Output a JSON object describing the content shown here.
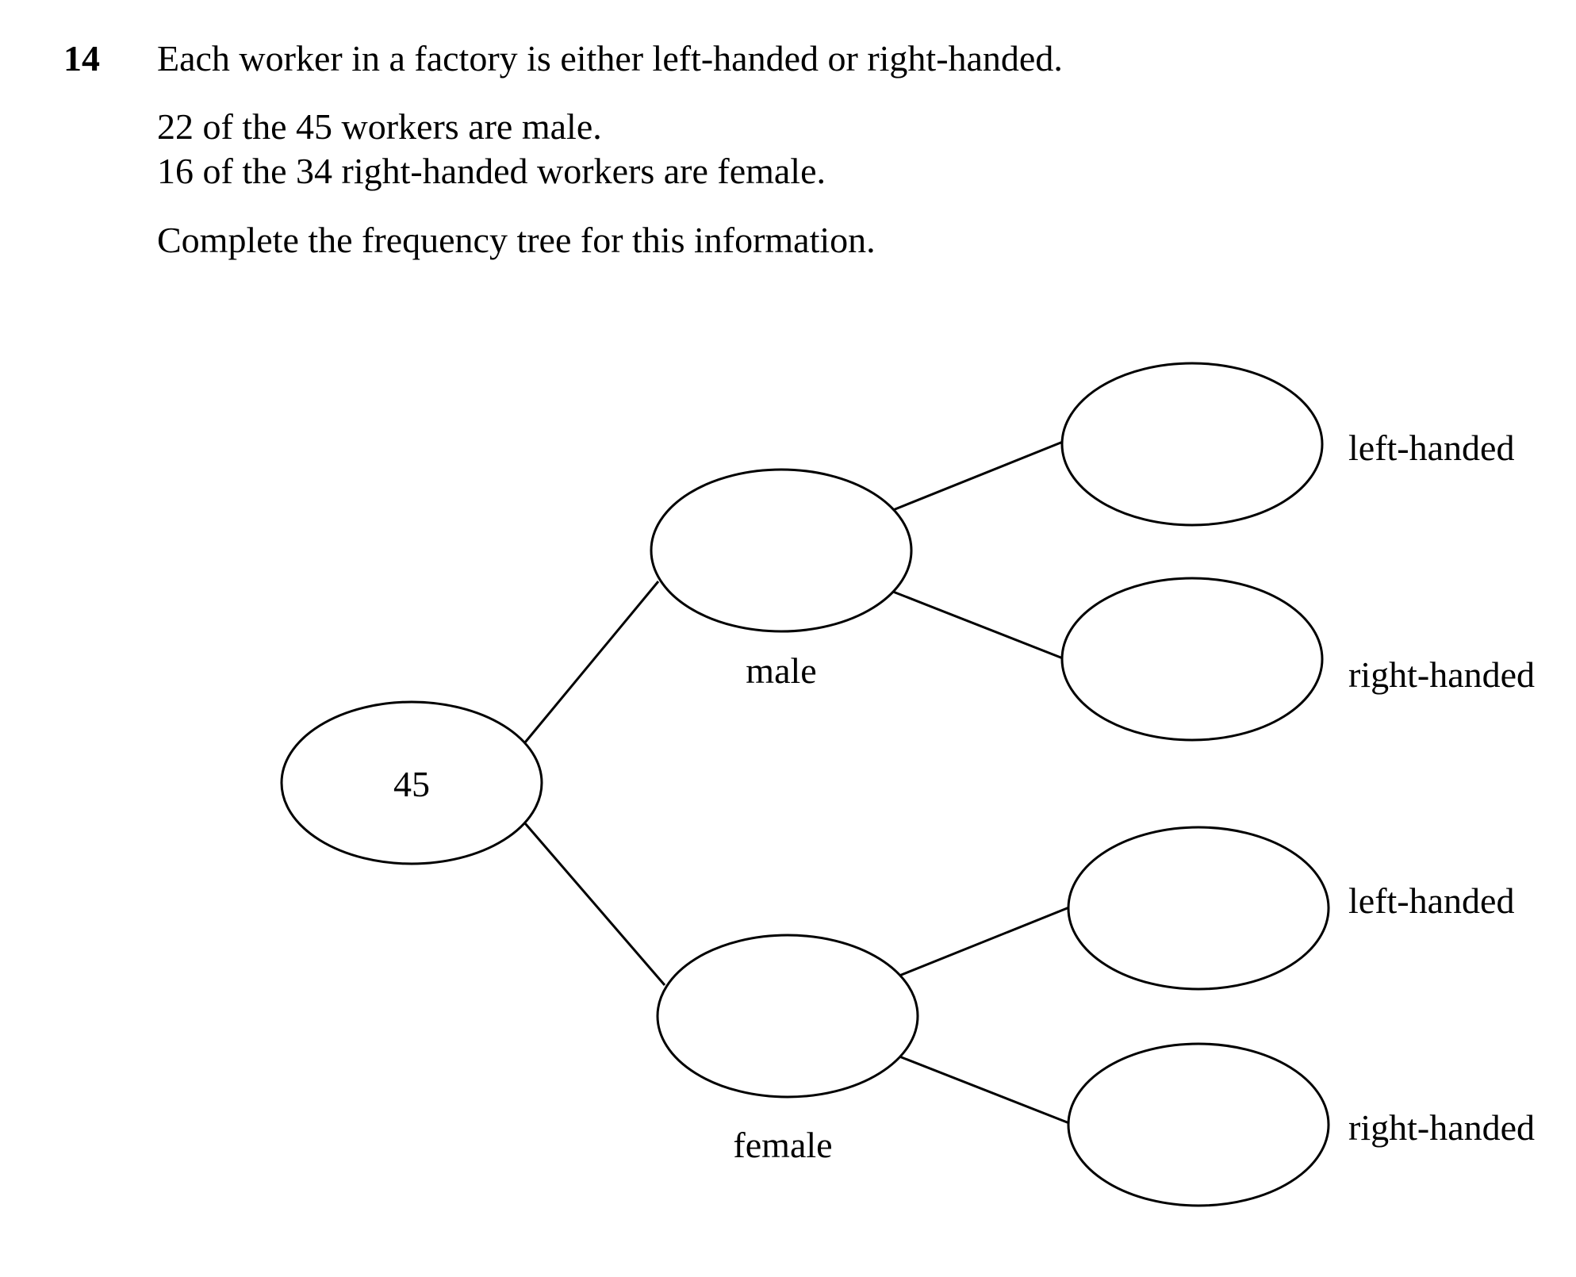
{
  "question": {
    "number": "14",
    "intro": "Each worker in a factory is either left-handed or right-handed.",
    "fact_male": "22 of the 45 workers are male.",
    "fact_female_right": "16 of the 34 right-handed workers are female.",
    "instruction": "Complete the frequency tree for this information."
  },
  "frequency_tree": {
    "root_value": "45",
    "branch_male_label": "male",
    "branch_female_label": "female",
    "male_left_label": "left-handed",
    "male_right_label": "right-handed",
    "female_left_label": "left-handed",
    "female_right_label": "right-handed"
  }
}
